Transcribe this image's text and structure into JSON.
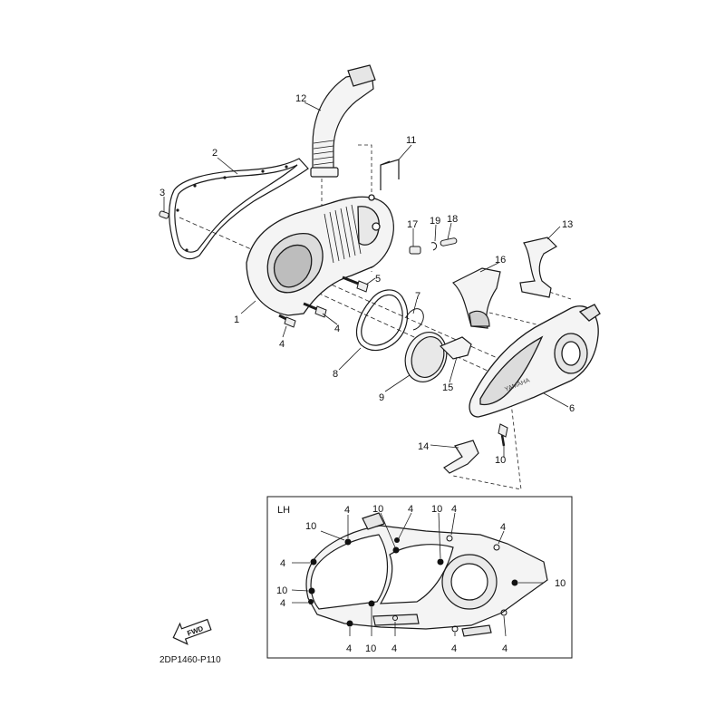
{
  "diagram": {
    "code": "2DP1460-P110",
    "fwd_label": "FWD",
    "inset_label": "LH",
    "callouts": [
      "1",
      "2",
      "3",
      "4",
      "5",
      "6",
      "7",
      "8",
      "9",
      "10",
      "11",
      "12",
      "13",
      "14",
      "15",
      "16",
      "17",
      "18",
      "19"
    ]
  },
  "colors": {
    "line": "#1a1a1a",
    "part_fill": "#f4f4f4",
    "shade": "#bdbdbd",
    "bolt_dot": "#111111"
  }
}
